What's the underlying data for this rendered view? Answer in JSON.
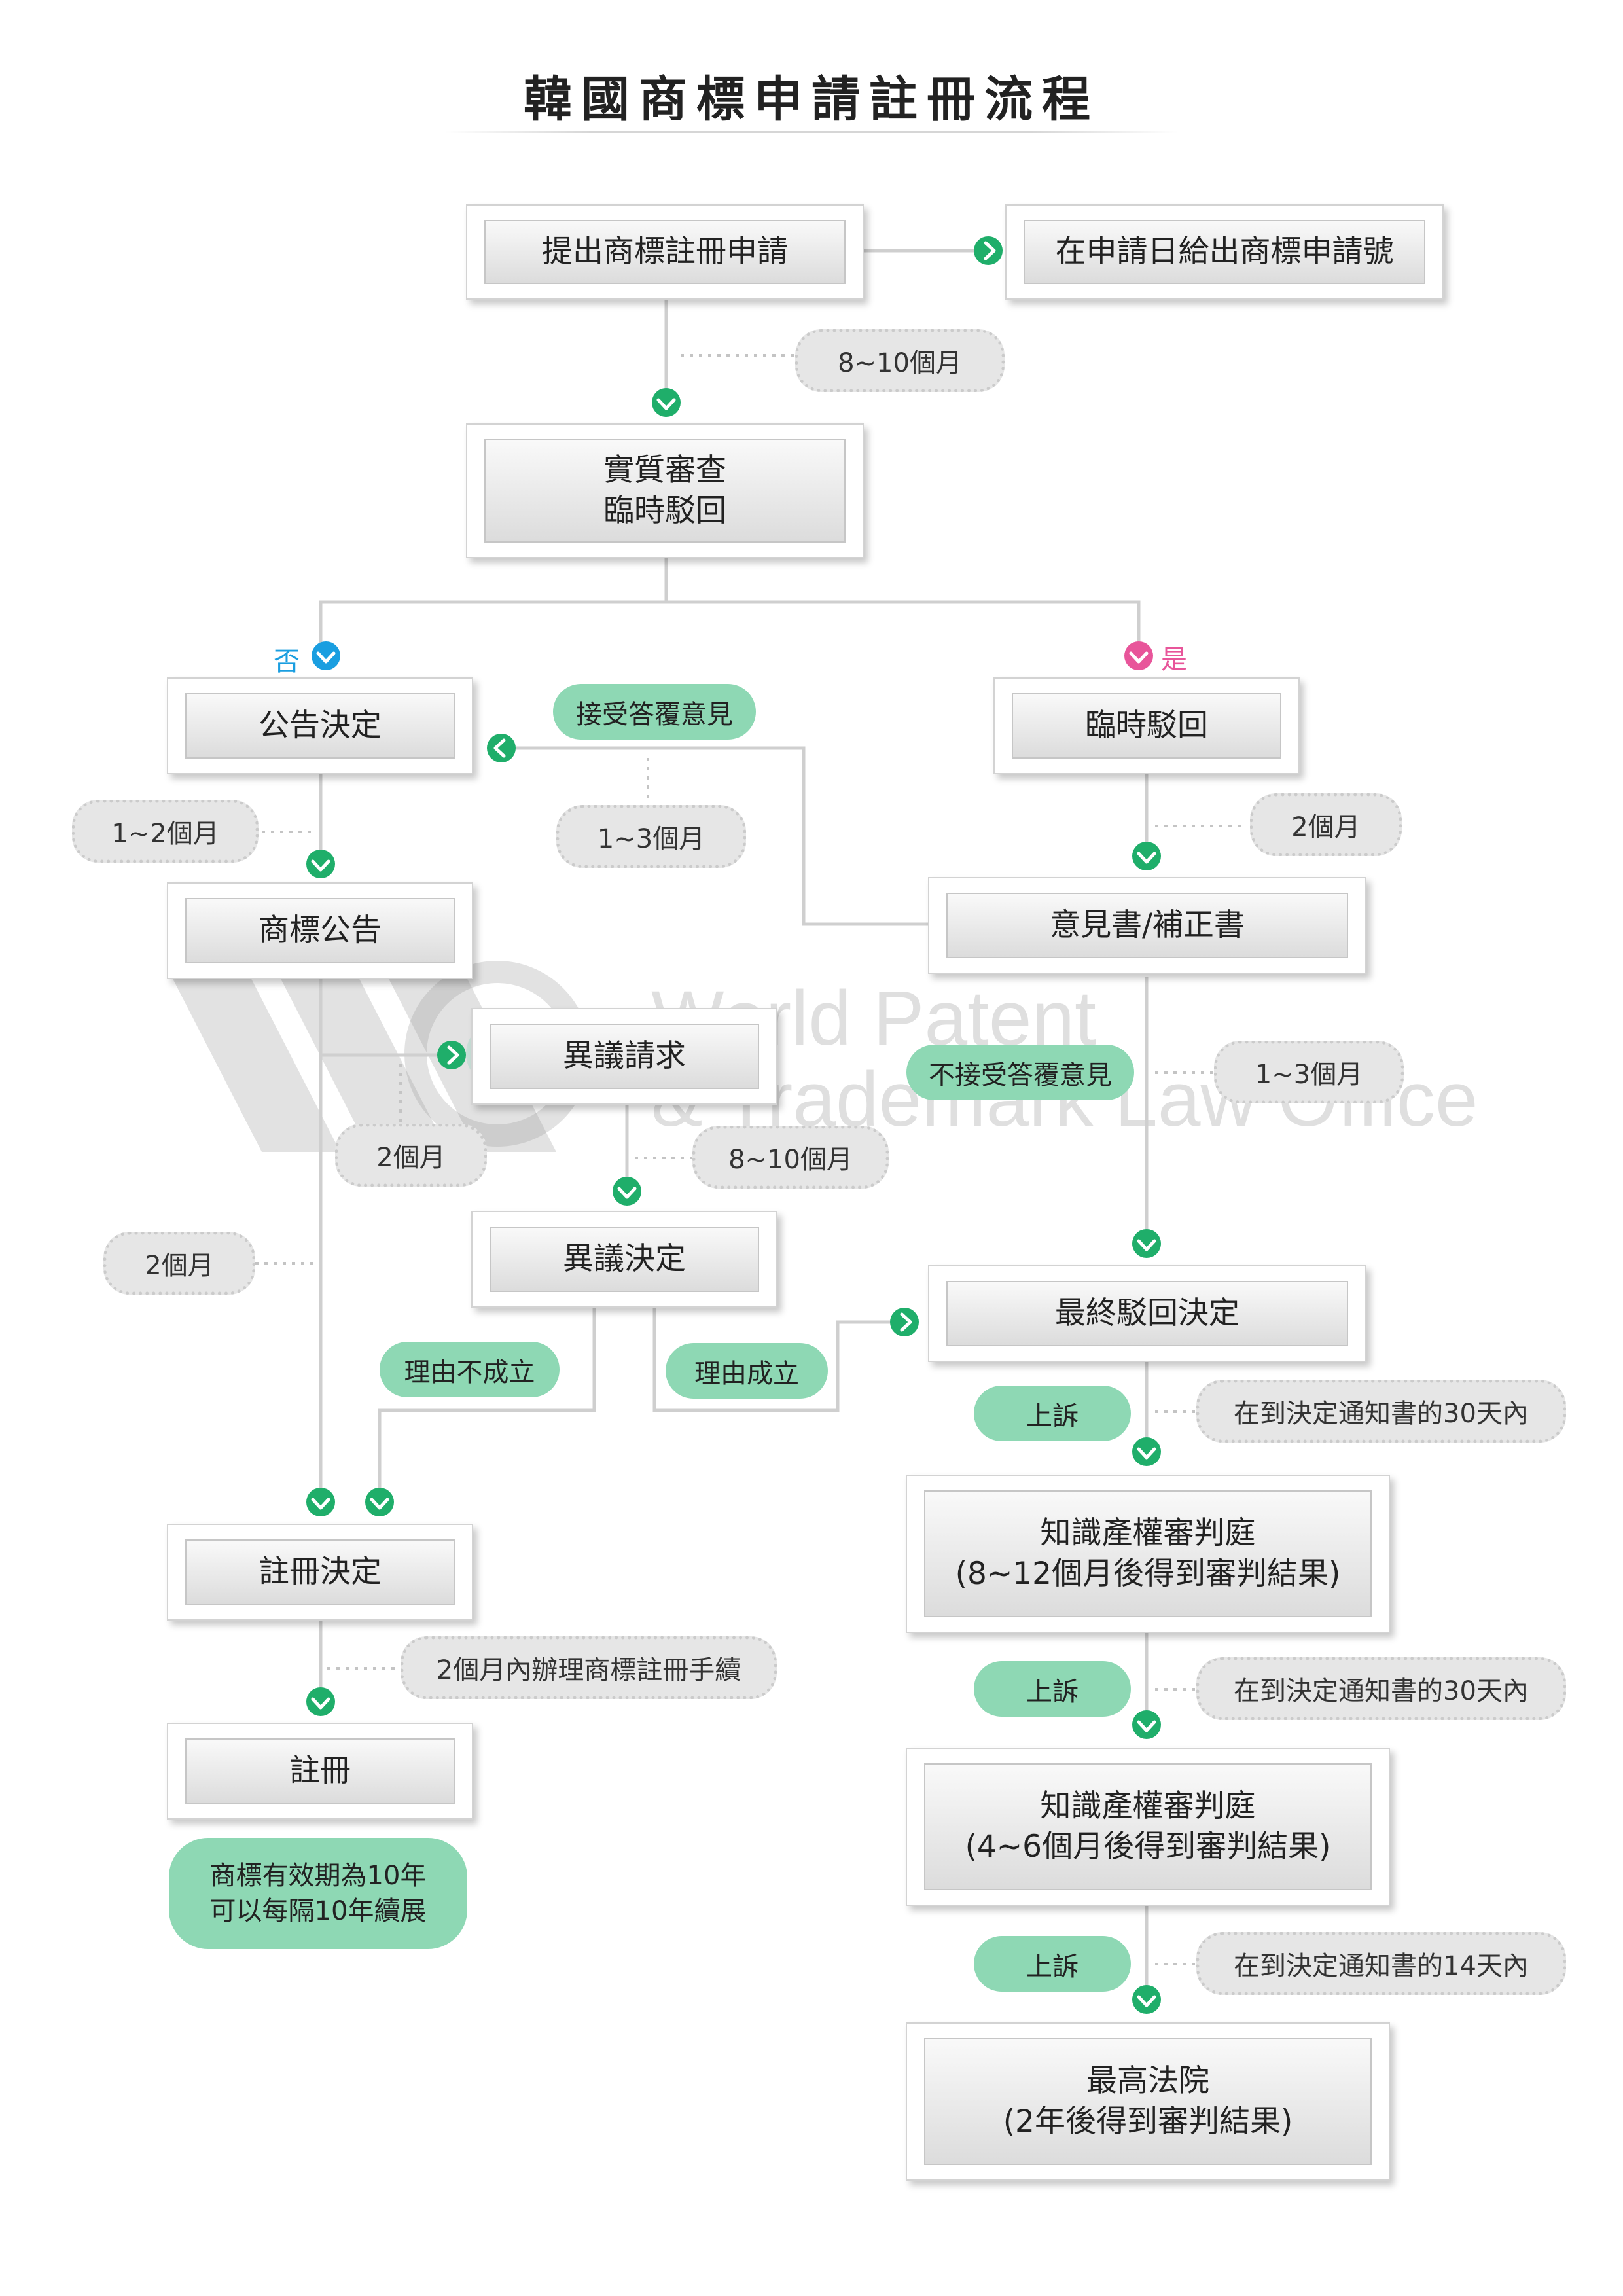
{
  "title": "韓國商標申請註冊流程",
  "boxes": {
    "file_application": "提出商標註冊申請",
    "application_number": "在申請日給出商標申請號",
    "substantive_exam": "實質審查\n臨時駁回",
    "publication_decision": "公告決定",
    "provisional_rejection": "臨時駁回",
    "trademark_publication": "商標公告",
    "opinion_amendment": "意見書/補正書",
    "opposition_request": "異議請求",
    "opposition_decision": "異議決定",
    "final_rejection": "最終駁回決定",
    "registration_decision": "註冊決定",
    "ip_trial_court_1": "知識產權審判庭\n(8~12個月後得到審判結果)",
    "registration": "註冊",
    "ip_trial_court_2": "知識產權審判庭\n(4~6個月後得到審判結果)",
    "supreme_court": "最高法院\n(2年後得到審判結果)"
  },
  "durations": {
    "exam_wait": "8~10個月",
    "publication_wait": "1~2個月",
    "accept_response_wait": "1~3個月",
    "response_deadline": "2個月",
    "opposition_period": "2個月",
    "opposition_decision_wait": "8~10個月",
    "non_accept_wait": "1~3個月",
    "registration_wait": "2個月",
    "registration_procedure": "2個月內辦理商標註冊手續",
    "appeal_deadline_1": "在到決定通知書的30天內",
    "appeal_deadline_2": "在到決定通知書的30天內",
    "appeal_deadline_3": "在到決定通知書的14天內"
  },
  "labels": {
    "no": "否",
    "yes": "是",
    "accept_response": "接受答覆意見",
    "not_accept_response": "不接受答覆意見",
    "reason_not_established": "理由不成立",
    "reason_established": "理由成立",
    "appeal_1": "上訴",
    "appeal_2": "上訴",
    "appeal_3": "上訴",
    "validity": "商標有效期為10年\n可以每隔10年續展"
  },
  "watermark": {
    "line1": "World Patent",
    "line2": "& Trademark Law Office"
  },
  "colors": {
    "accent_green": "#1fae6a",
    "pill_green": "#8ed8b4",
    "no_blue": "#1a9ee0",
    "yes_pink": "#e8559a",
    "line_gray": "#cfcfcf",
    "pill_gray": "#e6e6e6"
  }
}
